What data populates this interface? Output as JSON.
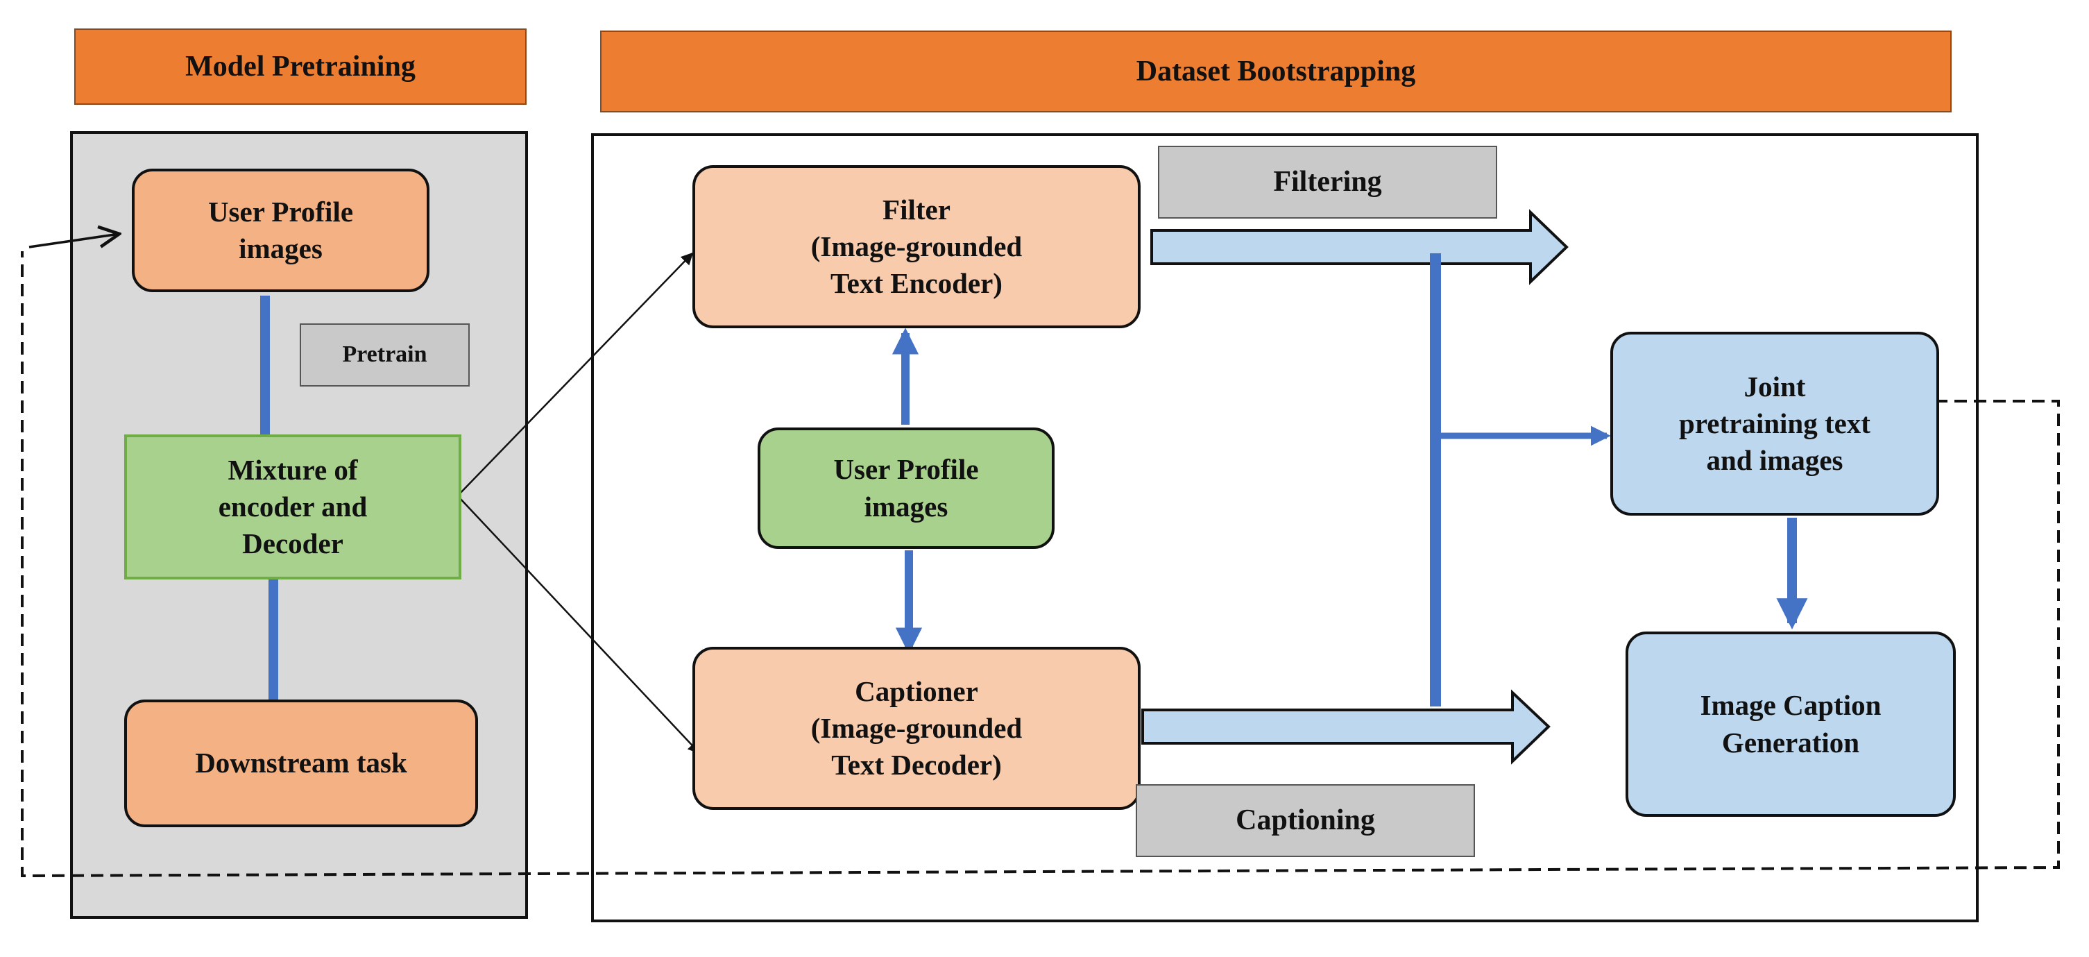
{
  "headers": {
    "model_pretraining": "Model Pretraining",
    "dataset_bootstrapping": "Dataset Bootstrapping"
  },
  "left_panel": {
    "user_profile_images": "User Profile\nimages",
    "pretrain_tag": "Pretrain",
    "mixture": "Mixture of\nencoder and\nDecoder",
    "downstream": "Downstream task"
  },
  "right_panel": {
    "filtering_tag": "Filtering",
    "filter_node": "Filter\n(Image-grounded\nText Encoder)",
    "user_profile_images": "User Profile\nimages",
    "captioner_node": "Captioner\n(Image-grounded\nText Decoder)",
    "captioning_tag": "Captioning",
    "joint_pretraining": "Joint\npretraining text\nand images",
    "image_caption_generation": "Image Caption\nGeneration"
  },
  "colors": {
    "header_orange": "#ed7d31",
    "node_orange": "#f4b183",
    "node_peach": "#f8cbad",
    "node_green": "#a9d18e",
    "node_blue": "#bdd7ee",
    "arrow_blue": "#4472c4",
    "panel_grey": "#d9d9d9",
    "tag_grey": "#c9c9c9"
  }
}
